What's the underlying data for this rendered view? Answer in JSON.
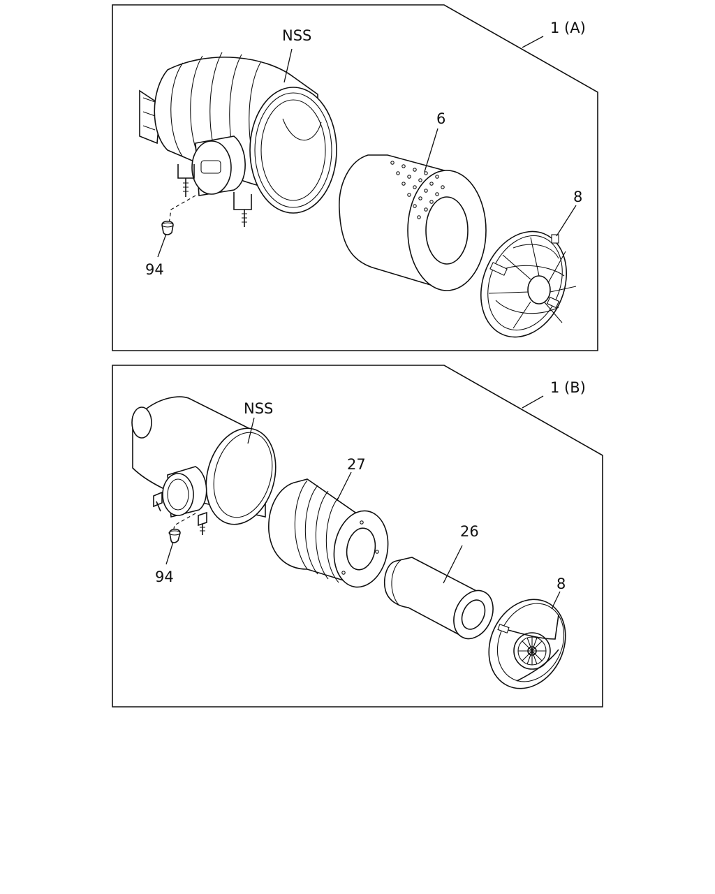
{
  "panel_a": {
    "title": "1 (A)",
    "labels": {
      "housing": "NSS",
      "element": "6",
      "cover": "8",
      "valve": "94"
    }
  },
  "panel_b": {
    "title": "1 (B)",
    "labels": {
      "housing": "NSS",
      "outer_element": "27",
      "inner_element": "26",
      "cover": "8",
      "valve": "94"
    }
  }
}
